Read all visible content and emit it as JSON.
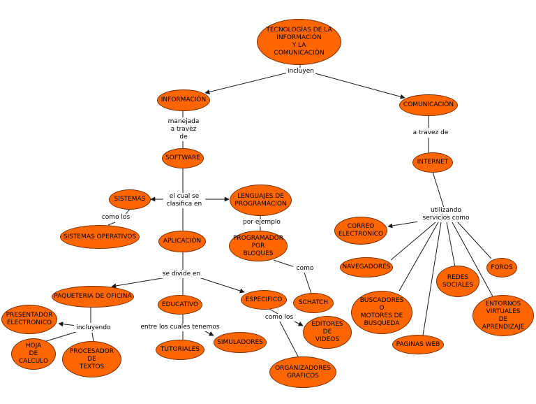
{
  "colors": {
    "node_fill": "#ff6600",
    "node_border": "#7a2e00",
    "line": "#1a1a1a"
  },
  "nodes": {
    "tic": "TECNOLOGÍAS DE LA\nINFORMACIÓN\nY LA\nCOMUNICACIÒN",
    "informacion": "INFORMACIÒN",
    "comunicacion": "COMUNICACIÒN",
    "software": "SOFTWARE",
    "internet": "INTERNET",
    "sistemas": "SISTEMAS",
    "lenguajes": "LENGUAJES DE\nPROGRAMACION",
    "sistemas_operativos": "SISTEMAS OPERATIVOS",
    "aplicacion": "APLICACIÒN",
    "programador": "PROGRAMADOR\nPOR\nBLOQUES",
    "paqueteria": "PAQUETERIA DE OFICINA",
    "educativo": "EDUCATIVO",
    "especifico": "ESPECIFICO",
    "schatch": "SCHATCH",
    "presentador": "PRESENTADOR\nELECTRONICO",
    "hoja": "HOJA\nDE\nCALCULO",
    "procesador": "PROCESADOR\nDE\nTEXTOS",
    "tutoriales": "TUTORIALES",
    "simuladores": "SIMULADORES",
    "editores": "EDITORES\nDE\nVIDEOS",
    "organizadores": "ORGANIZADORES\nGRAFICOS",
    "correo": "CORREO\nELECTRONICO",
    "navegadores": "NAVEGADORES",
    "redes": "REDES\nSOCIALES",
    "foros": "FOROS",
    "buscadores": "BUSCADORES\nO\nMOTORES DE\nBUSQUEDA",
    "paginas": "PAGINAS WEB",
    "entornos": "ENTORNOS\nVIRTUALES\nDE\nAPRENDIZAJE"
  },
  "links": {
    "incluyen": "incluyen",
    "manejada": "manejada\na travèz\nde",
    "a_travez_de": "a travez de",
    "el_cual": "el cual se\nclasifica en",
    "como_los_1": "como los",
    "por_ejemplo": "por ejemplo",
    "se_divide": "se divide en",
    "como": "como",
    "incluyendo": "incluyendo",
    "entre_los": "entre los cuales tenemos",
    "como_los_2": "como los",
    "utilizando": "utilizando\nservicios como"
  }
}
